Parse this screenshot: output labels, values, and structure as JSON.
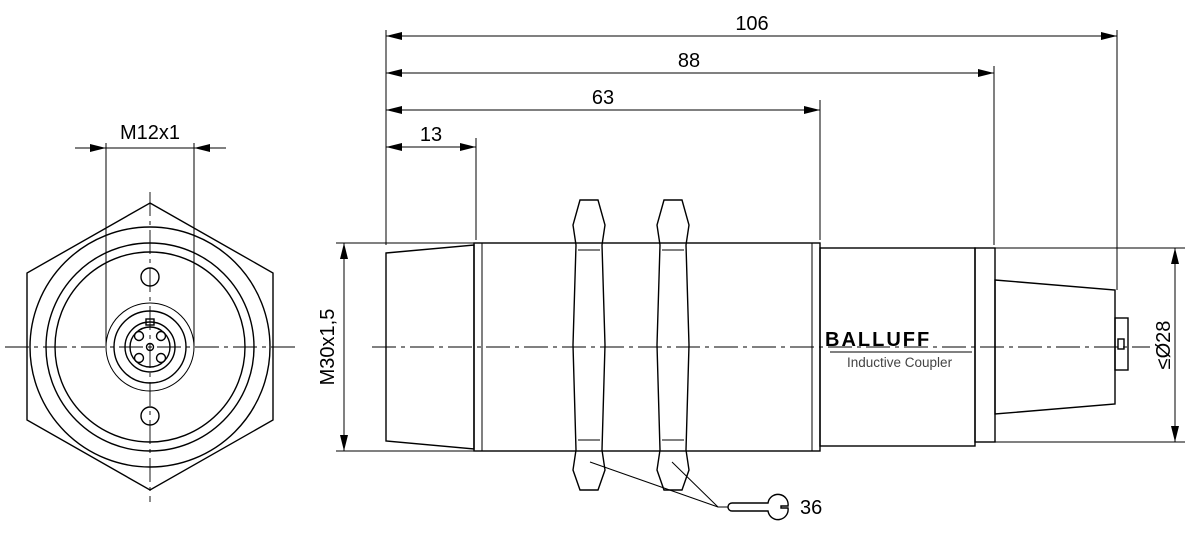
{
  "dimensions": {
    "total_length": "106",
    "length_88": "88",
    "length_63": "63",
    "length_13": "13",
    "connector_thread": "M12x1",
    "housing_thread": "M30x1,5",
    "diameter": "≤Ø28",
    "wrench_size": "36"
  },
  "product": {
    "brand": "BALLUFF",
    "description": "Inductive Coupler"
  },
  "icons": {
    "wrench": "wrench-icon"
  }
}
